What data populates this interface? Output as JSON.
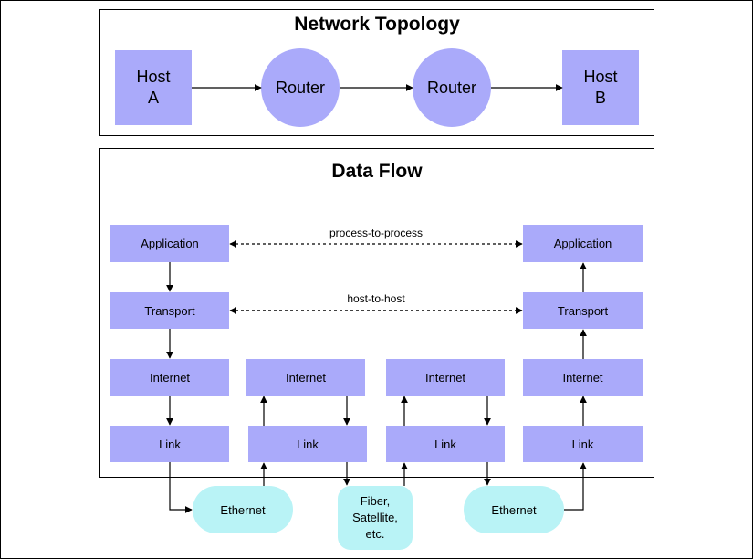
{
  "topology": {
    "title": "Network Topology",
    "host_a": [
      "Host",
      "A"
    ],
    "router": "Router",
    "host_b": [
      "Host",
      "B"
    ]
  },
  "dataflow": {
    "title": "Data Flow",
    "layers": {
      "application": "Application",
      "transport": "Transport",
      "internet": "Internet",
      "link": "Link"
    },
    "process_label": "process-to-process",
    "host_label": "host-to-host",
    "media": {
      "ethernet": "Ethernet",
      "fiber": [
        "Fiber,",
        "Satellite,",
        "etc."
      ]
    }
  },
  "colors": {
    "layer_box": "#aaaafa",
    "medium": "#b9f3f6",
    "line": "#000000"
  }
}
